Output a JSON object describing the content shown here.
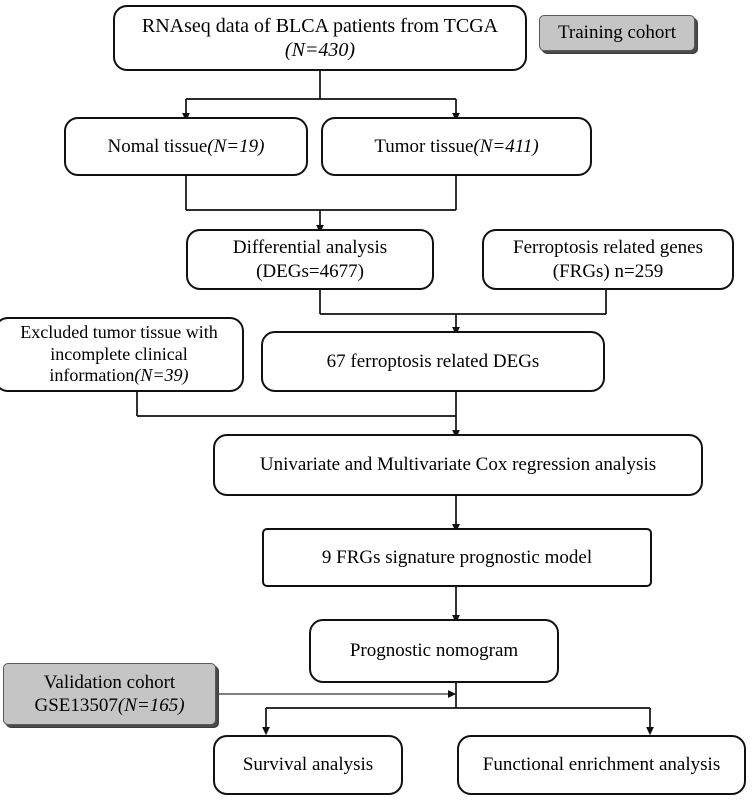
{
  "diagram": {
    "title": "Study workflow flowchart",
    "background_color": "#ffffff",
    "line_color": "#111111",
    "box_fill": "#ffffff",
    "highlight_fill": "#c5c5c5"
  },
  "nodes": {
    "source": {
      "line1": "RNAseq data of BLCA patients from TCGA",
      "line2": "(N=430)"
    },
    "training_cohort": {
      "label": "Training cohort"
    },
    "normal_tissue": {
      "main": "Nomal tissue",
      "count": "(N=19)"
    },
    "tumor_tissue": {
      "main": "Tumor tissue",
      "count": "(N=411)"
    },
    "differential": {
      "line1": "Differential analysis",
      "line2": "(DEGs=4677)"
    },
    "ferroptosis_genes": {
      "line1": "Ferroptosis related genes",
      "line2": "(FRGs) n=259"
    },
    "excluded": {
      "line1": "Excluded tumor tissue with",
      "line2": "incomplete clinical",
      "line3": "information",
      "count": "(N=39)"
    },
    "ferroptosis_degs": {
      "label": "67 ferroptosis related DEGs"
    },
    "cox": {
      "label": "Univariate and Multivariate Cox regression analysis"
    },
    "model": {
      "label": "9 FRGs signature prognostic model"
    },
    "nomogram": {
      "label": "Prognostic nomogram"
    },
    "validation_cohort": {
      "line1": "Validation cohort",
      "line2": "GSE13507",
      "count": "(N=165)"
    },
    "survival": {
      "label": "Survival analysis"
    },
    "enrichment": {
      "label": "Functional enrichment analysis"
    }
  }
}
